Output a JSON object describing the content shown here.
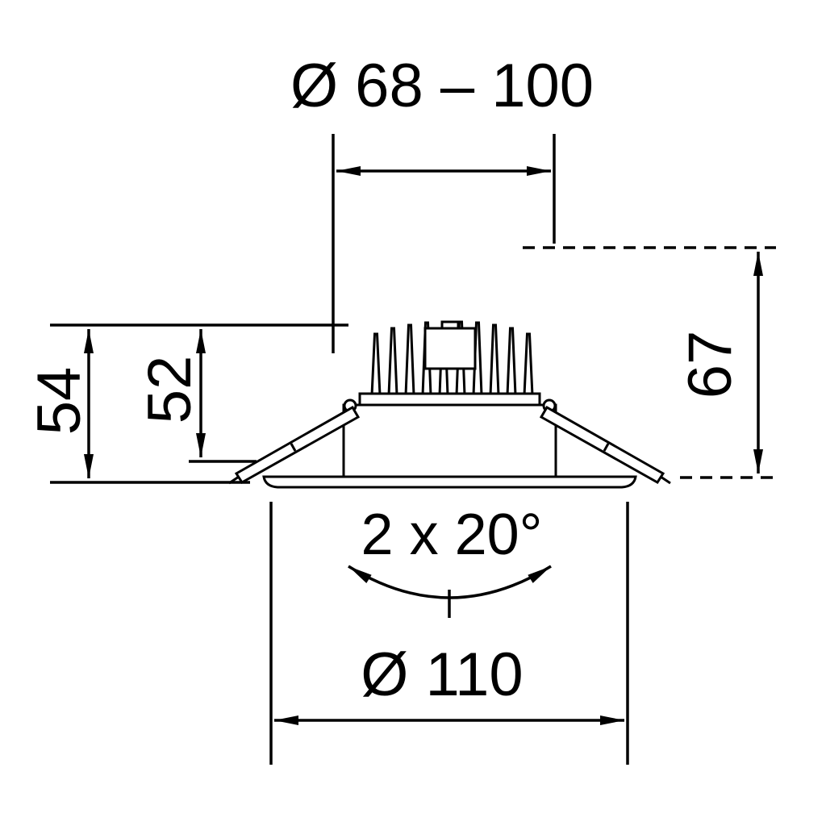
{
  "colors": {
    "line": "#000000",
    "background": "#ffffff"
  },
  "dimensions": {
    "cutout_diameter": "Ø 68 – 100",
    "height_above_ceiling": "67",
    "overall_height": "54",
    "recess_depth": "52",
    "tilt_angle": "2 x 20°",
    "flange_diameter": "Ø 110"
  }
}
